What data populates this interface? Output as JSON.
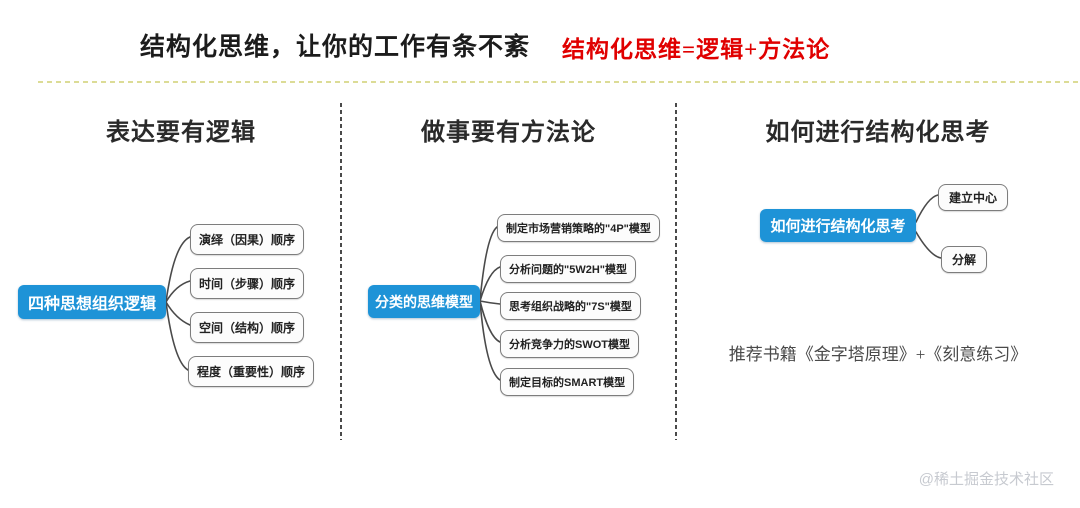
{
  "page": {
    "title": "结构化思维，让你的工作有条不紊",
    "subtitle": "结构化思维=逻辑+方法论",
    "watermark": "@稀土掘金技术社区"
  },
  "colors": {
    "accent_blue": "#1e93d7",
    "accent_red": "#e00000",
    "divider_yellow": "#dcdc96",
    "divider_gray": "#4a4a4a",
    "node_border": "#7d7d7d"
  },
  "columns": [
    {
      "heading": "表达要有逻辑",
      "root": "四种思想组织逻辑",
      "children": [
        "演绎（因果）顺序",
        "时间（步骤）顺序",
        "空间（结构）顺序",
        "程度（重要性）顺序"
      ]
    },
    {
      "heading": "做事要有方法论",
      "root": "分类的思维模型",
      "children": [
        "制定市场营销策略的\"4P\"模型",
        "分析问题的\"5W2H\"模型",
        "思考组织战略的\"7S\"模型",
        "分析竞争力的SWOT模型",
        "制定目标的SMART模型"
      ]
    },
    {
      "heading": "如何进行结构化思考",
      "root": "如何进行结构化思考",
      "children": [
        "建立中心",
        "分解"
      ],
      "note": "推荐书籍《金字塔原理》+《刻意练习》"
    }
  ]
}
